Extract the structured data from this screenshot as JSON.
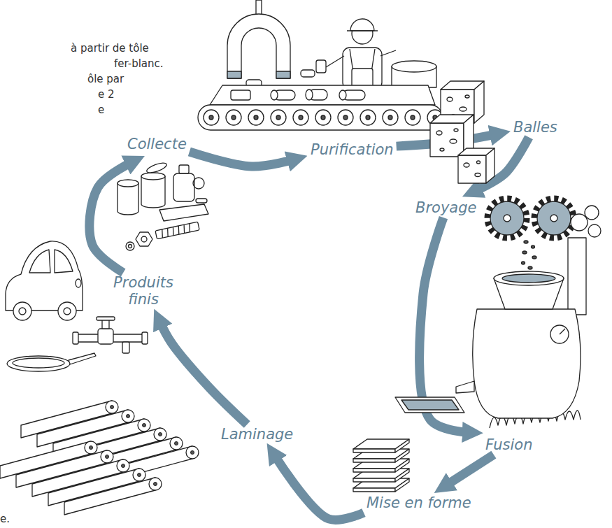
{
  "diagram": {
    "nodes": [
      {
        "text": [
          "Purification"
        ]
      },
      {
        "text": [
          "Balles"
        ]
      },
      {
        "text": [
          "Broyage"
        ]
      },
      {
        "text": [
          "Fusion"
        ]
      },
      {
        "text": [
          "Mise en forme"
        ]
      },
      {
        "text": [
          "Laminage"
        ]
      },
      {
        "text": [
          "Produits finis"
        ]
      },
      {
        "text": [
          "Collecte"
        ]
      }
    ],
    "edges": [
      {
        "from": 7,
        "to": 0,
        "arrow": "to"
      },
      {
        "from": 0,
        "to": 1,
        "arrow": "to"
      },
      {
        "from": 1,
        "to": 2,
        "arrow": "to"
      },
      {
        "from": 2,
        "to": 3,
        "arrow": "to"
      },
      {
        "from": 3,
        "to": 4,
        "arrow": "to"
      },
      {
        "from": 4,
        "to": 5,
        "arrow": "to"
      },
      {
        "from": 5,
        "to": 6,
        "arrow": "to"
      },
      {
        "from": 6,
        "to": 7,
        "arrow": "to"
      }
    ],
    "labels": [
      "à partir de tôle",
      "fer-blanc.",
      "ôle par",
      "e 2",
      "e",
      "e."
    ]
  }
}
